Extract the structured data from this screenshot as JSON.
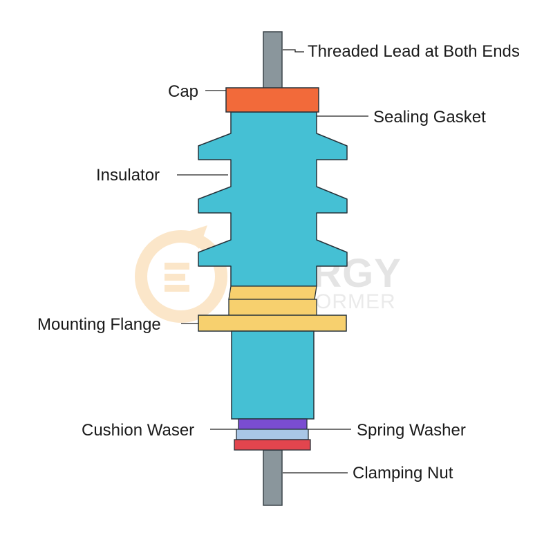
{
  "labels": {
    "threaded_lead": "Threaded Lead at Both Ends",
    "cap": "Cap",
    "sealing_gasket": "Sealing Gasket",
    "insulator": "Insulator",
    "mounting_flange": "Mounting Flange",
    "cushion_washer": "Cushion Waser",
    "spring_washer": "Spring Washer",
    "clamping_nut": "Clamping Nut"
  },
  "watermark": {
    "line1": "ENERGY",
    "line2": "TRANSFORMER",
    "logo_icon": "lightning-gear-icon"
  },
  "colors": {
    "rod": "#8a969c",
    "cap": "#f26a3a",
    "insulator": "#45c0d4",
    "flange": "#f7d06e",
    "spring_washer": "#7a4dd1",
    "cushion_washer": "#a9c6e6",
    "clamping_nut": "#e2454e",
    "watermark_orange": "#f7c98a"
  }
}
